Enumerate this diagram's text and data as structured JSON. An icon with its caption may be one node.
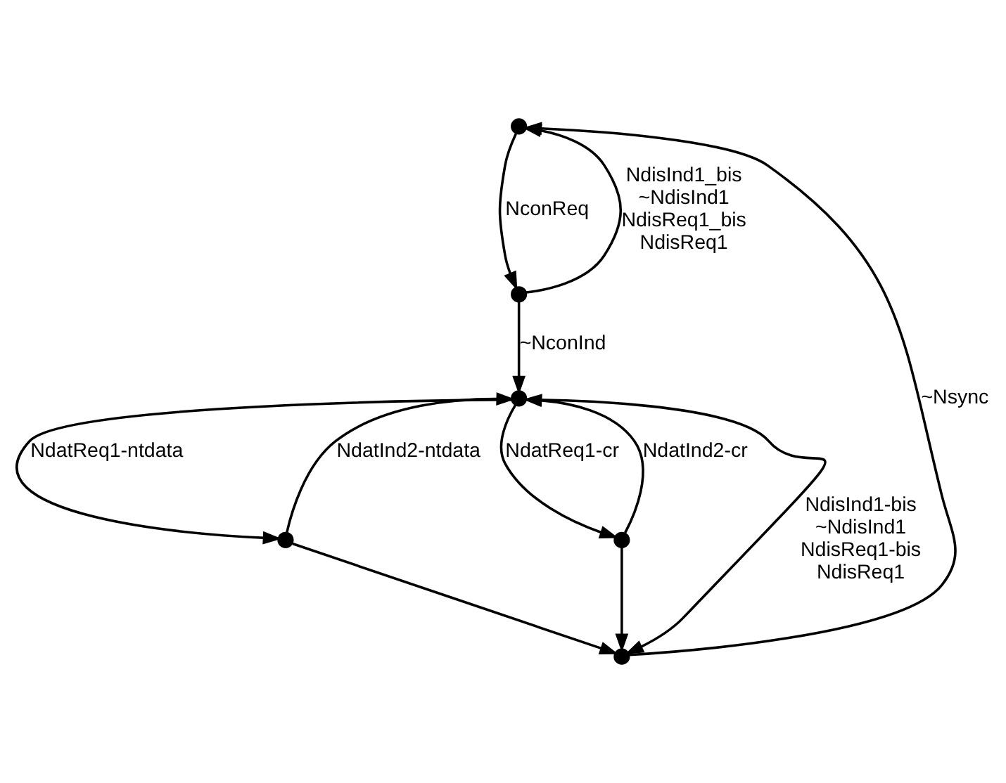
{
  "diagram": {
    "nodes": [
      {
        "text": [],
        "shape": "circle"
      },
      {
        "text": [],
        "shape": "circle"
      },
      {
        "text": [],
        "shape": "circle"
      },
      {
        "text": [],
        "shape": "circle"
      },
      {
        "text": [],
        "shape": "circle"
      },
      {
        "text": [],
        "shape": "circle"
      }
    ],
    "edges": [
      {
        "from": 0,
        "to": 1,
        "arrow": "to",
        "label": "NconReq"
      },
      {
        "from": 1,
        "to": 2,
        "arrow": "to",
        "label": "~NconInd"
      },
      {
        "from": 1,
        "to": 0,
        "arrow": "to",
        "label": "NdisInd1_bis ~NdisInd1 NdisReq1_bis NdisReq1"
      },
      {
        "from": 2,
        "to": 3,
        "arrow": "to",
        "label": "NdatReq1-ntdata"
      },
      {
        "from": 2,
        "to": 4,
        "arrow": "to",
        "label": "NdatReq1-cr"
      },
      {
        "from": 3,
        "to": 2,
        "arrow": "to",
        "label": "NdatInd2-ntdata"
      },
      {
        "from": 4,
        "to": 2,
        "arrow": "to",
        "label": "NdatInd2-cr"
      },
      {
        "from": 2,
        "to": 5,
        "arrow": "to",
        "label": "NdisInd1-bis ~NdisInd1 NdisReq1-bis NdisReq1"
      },
      {
        "from": 3,
        "to": 5,
        "arrow": "to"
      },
      {
        "from": 4,
        "to": 5,
        "arrow": "to"
      },
      {
        "from": 5,
        "to": 0,
        "arrow": "to",
        "label": "~Nsync"
      }
    ]
  }
}
